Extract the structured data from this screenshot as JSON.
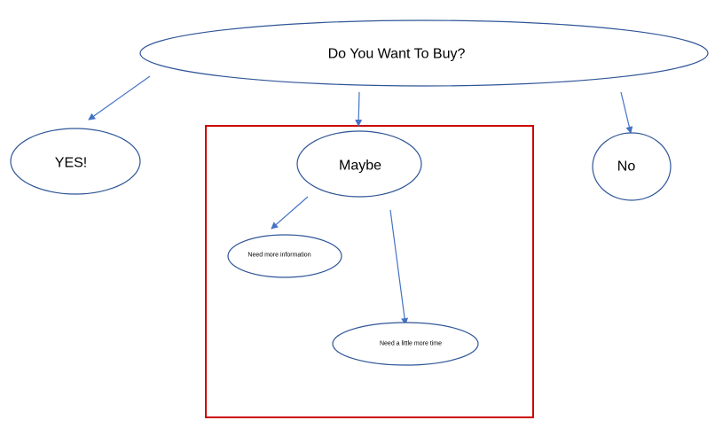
{
  "diagram": {
    "colors": {
      "node_stroke": "#2f5597",
      "edge": "#4472c4",
      "highlight": "#cc0000",
      "text": "#000000"
    },
    "nodes": {
      "root": {
        "label": "Do You Want To Buy?"
      },
      "yes": {
        "label": "YES!"
      },
      "maybe": {
        "label": "Maybe"
      },
      "no": {
        "label": "No"
      },
      "need_info": {
        "label": "Need more information"
      },
      "need_time": {
        "label": "Need a little more time"
      }
    },
    "edges": [
      {
        "from": "root",
        "to": "yes"
      },
      {
        "from": "root",
        "to": "maybe"
      },
      {
        "from": "root",
        "to": "no"
      },
      {
        "from": "maybe",
        "to": "need_info"
      },
      {
        "from": "maybe",
        "to": "need_time"
      }
    ]
  }
}
